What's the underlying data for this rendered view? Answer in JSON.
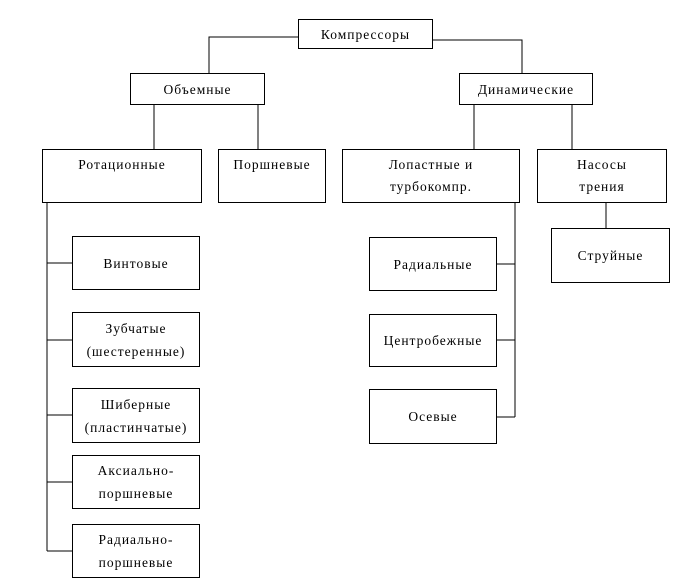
{
  "diagram": {
    "title": "Компрессоры",
    "colors": {
      "line": "#000000",
      "box_border": "#000000",
      "box_fill": "#ffffff",
      "text": "#000000",
      "background": "#ffffff"
    },
    "nodes": {
      "compressors": {
        "label": "Компрессоры"
      },
      "volumetric": {
        "label": "Объемные"
      },
      "dynamic": {
        "label": "Динамические"
      },
      "rotary": {
        "label": "Ротационные"
      },
      "piston": {
        "label": "Поршневые"
      },
      "blade_turbo": {
        "label": "Лопастные и\nтурбокомпр."
      },
      "friction_pumps": {
        "label": "Насосы\nтрения"
      },
      "screw": {
        "label": "Винтовые"
      },
      "gear": {
        "label": "Зубчатые\n(шестеренные)"
      },
      "vane": {
        "label": "Шиберные\n(пластинчатые)"
      },
      "axial_piston": {
        "label": "Аксиально-\nпоршневые"
      },
      "radial_piston": {
        "label": "Радиально-\nпоршневые"
      },
      "radial": {
        "label": "Радиальные"
      },
      "centrifugal": {
        "label": "Центробежные"
      },
      "axial": {
        "label": "Осевые"
      },
      "jet": {
        "label": "Струйные"
      }
    },
    "hierarchy": {
      "Компрессоры": {
        "Объемные": {
          "Ротационные": [
            "Винтовые",
            "Зубчатые (шестеренные)",
            "Шиберные (пластинчатые)",
            "Аксиально-поршневые",
            "Радиально-поршневые"
          ],
          "Поршневые": []
        },
        "Динамические": {
          "Лопастные и турбокомпр.": [
            "Радиальные",
            "Центробежные",
            "Осевые"
          ],
          "Насосы трения": [
            "Струйные"
          ]
        }
      }
    }
  }
}
